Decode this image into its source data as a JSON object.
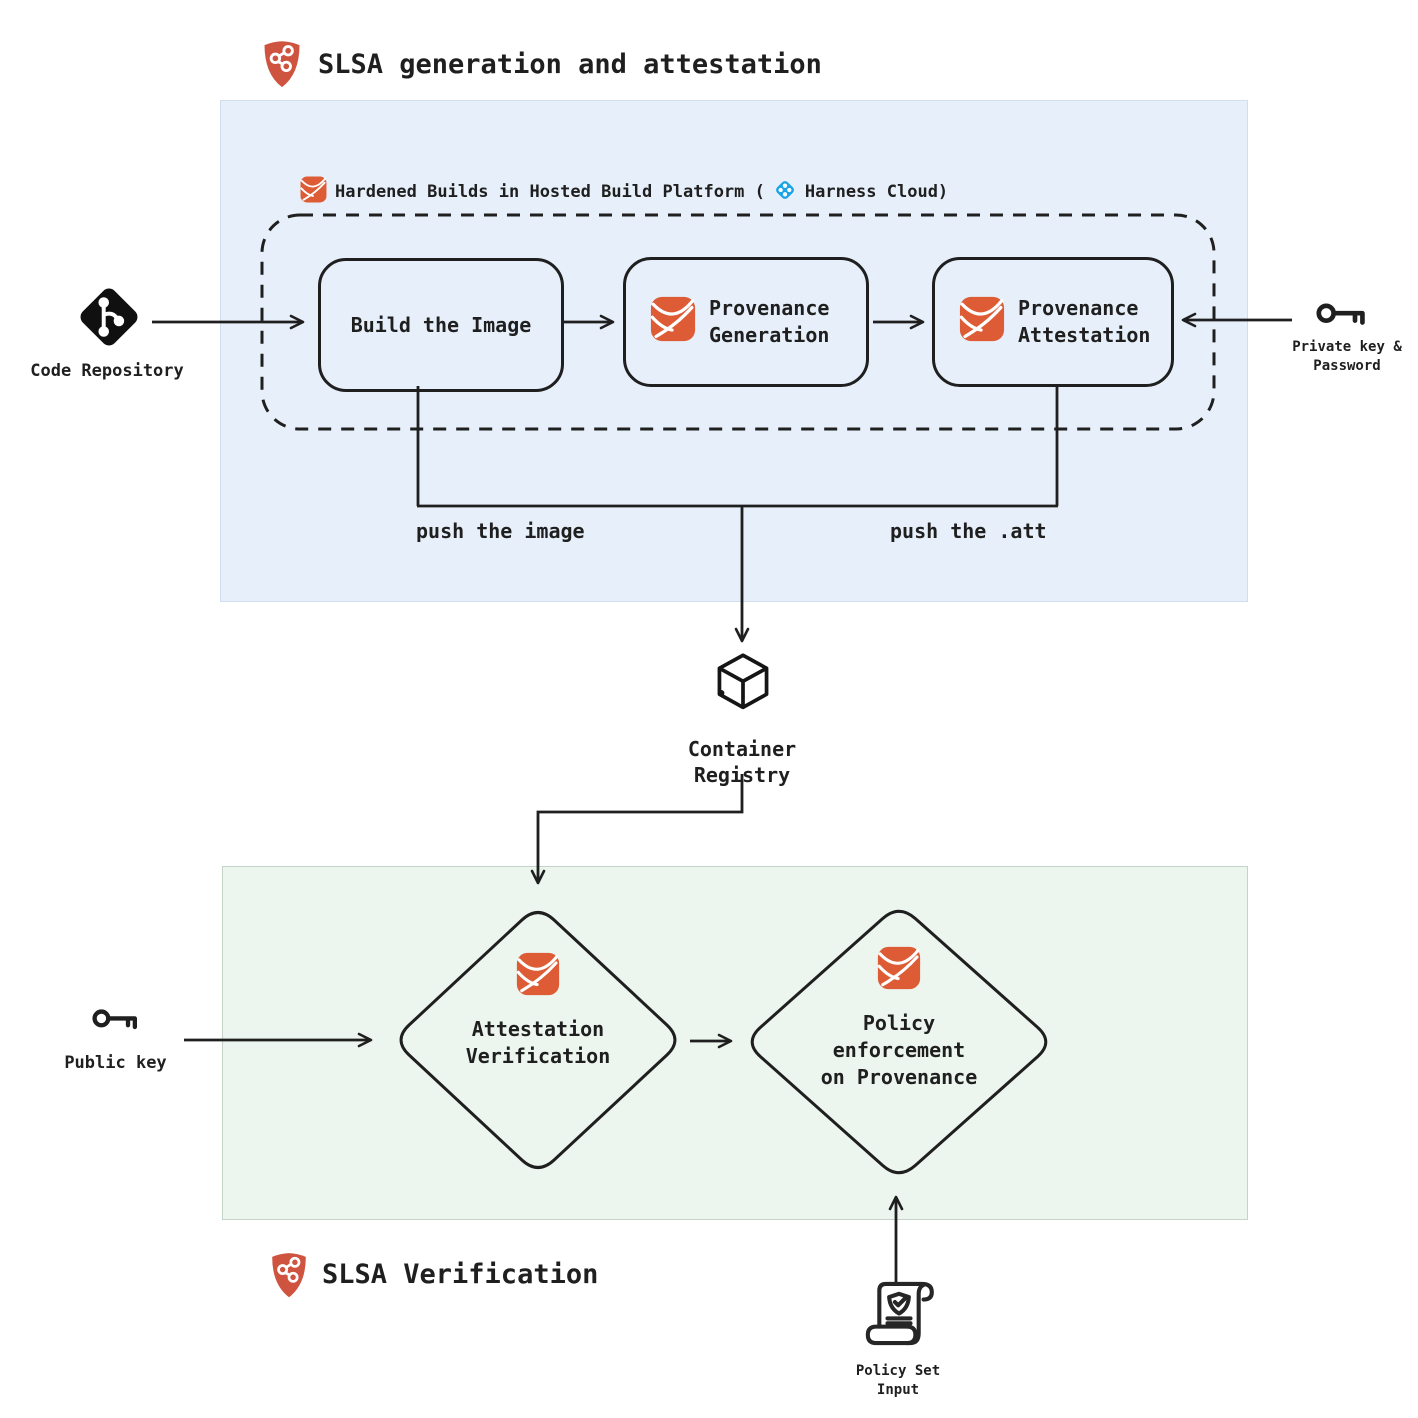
{
  "header": {
    "title": "SLSA generation and attestation"
  },
  "generation": {
    "platform_label": {
      "text_before": "Hardened Builds in Hosted Build Platform (",
      "text_brand": "Harness Cloud)"
    },
    "nodes": {
      "build_image": {
        "label": "Build the Image"
      },
      "provenance_generation": {
        "line1": "Provenance",
        "line2": "Generation"
      },
      "provenance_attestation": {
        "line1": "Provenance",
        "line2": "Attestation"
      }
    },
    "edge_labels": {
      "push_image": "push the image",
      "push_att": "push the .att"
    }
  },
  "external": {
    "code_repository": {
      "label": "Code Repository"
    },
    "private_key": {
      "line1": "Private key &",
      "line2": "Password"
    },
    "public_key": {
      "label": "Public key"
    },
    "container_registry": {
      "label": "Container Registry"
    },
    "policy_set_input": {
      "line1": "Policy Set",
      "line2": "Input"
    }
  },
  "verification": {
    "title": "SLSA Verification",
    "nodes": {
      "attestation_verification": {
        "line1": "Attestation",
        "line2": "Verification"
      },
      "policy_enforcement": {
        "line1": "Policy",
        "line2": "enforcement",
        "line3": "on Provenance"
      }
    }
  },
  "icons": {
    "slsa_shield": "orange shield with commit-graph nodes",
    "attestation": "orange rounded square with white envelope swooshes",
    "harness": "blue diamond with four white dots",
    "git": "black diamond with branch graph",
    "key": "outline key",
    "container": "outline 3D cube",
    "policy_scroll": "scroll with shield-check"
  },
  "colors": {
    "generation_panel_bg": "#e7f0fa",
    "verification_panel_bg": "#ecf6ee",
    "attestation_icon": "#dd5b35",
    "slsa_shield": "#cf5440",
    "harness_blue": "#1aa3e6",
    "line": "#1f1f1f"
  }
}
